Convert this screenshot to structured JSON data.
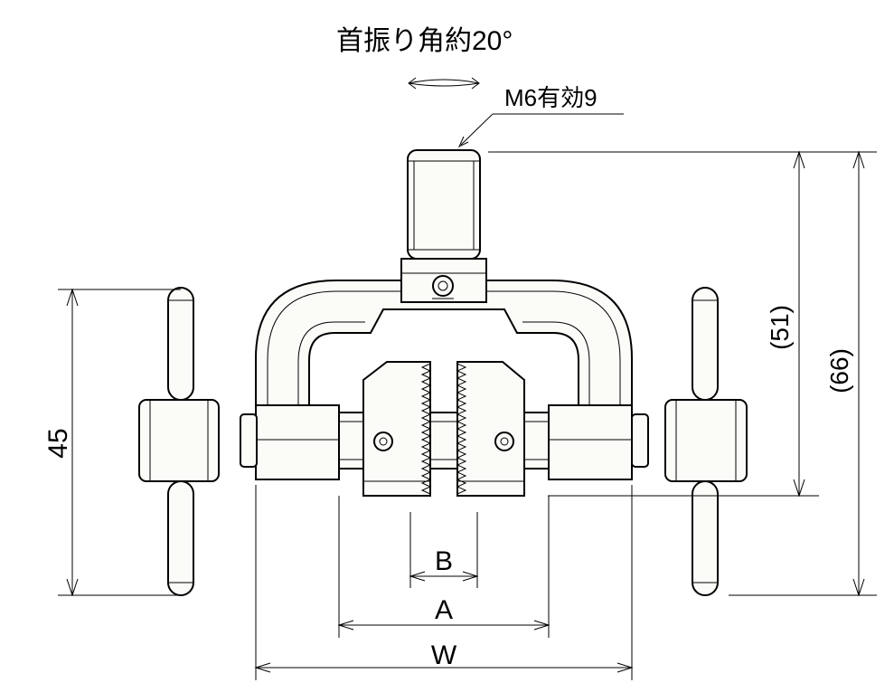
{
  "labels": {
    "swing_angle": "首振り角約20°",
    "thread_spec": "M6有効9",
    "dim_51": "(51)",
    "dim_66": "(66)",
    "dim_45": "45",
    "dim_B": "B",
    "dim_A": "A",
    "dim_W": "W"
  }
}
